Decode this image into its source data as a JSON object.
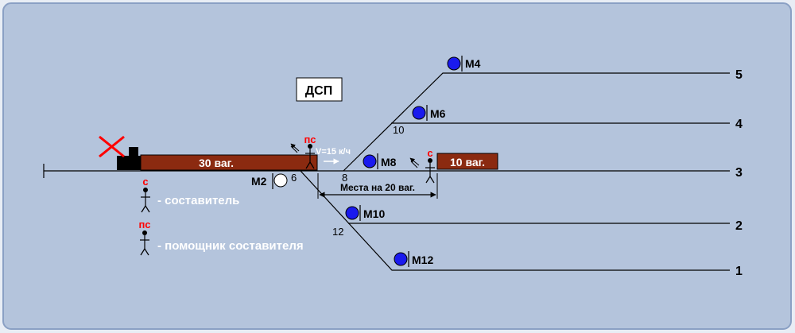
{
  "dsp_label": "ДСП",
  "tracks": [
    {
      "number": "5"
    },
    {
      "number": "4"
    },
    {
      "number": "3"
    },
    {
      "number": "2"
    },
    {
      "number": "1"
    }
  ],
  "switches": [
    "10",
    "6",
    "8",
    "12"
  ],
  "signals": {
    "m4": "М4",
    "m6": "М6",
    "m8": "М8",
    "m10": "М10",
    "m12": "М12",
    "m2": "М2"
  },
  "trains": {
    "main": "30 ваг.",
    "right": "10 ваг."
  },
  "speed_label": "V=15 к/ч",
  "places_label": "Места на 20 ваг.",
  "worker_marks": {
    "compiler": "с",
    "assistant": "пс"
  },
  "legend": {
    "compiler": "- составитель",
    "assistant": "- помощник составителя"
  },
  "colors": {
    "background": "#b4c4dc",
    "panel_border": "#8aa0c4",
    "track": "#000000",
    "wagon_fill": "#8b2a10",
    "signal_blue": "#1a1aee",
    "signal_white": "#ffffff",
    "mark_red": "#ff0000",
    "label_white": "#ffffff"
  }
}
